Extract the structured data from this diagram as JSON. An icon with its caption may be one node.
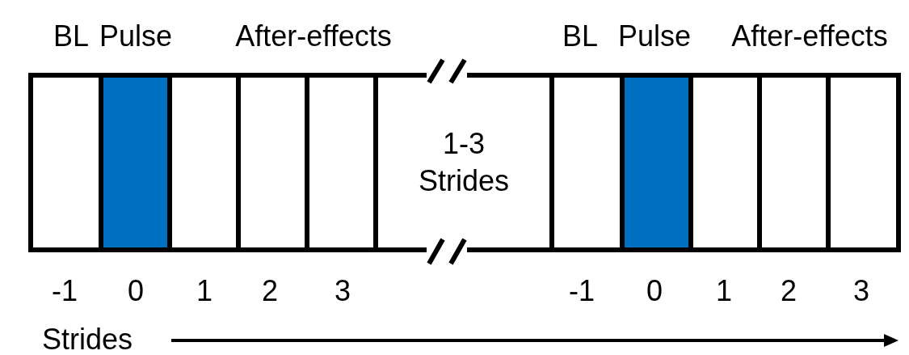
{
  "diagram": {
    "nodes": [
      {
        "text": [],
        "shape": "box"
      },
      {
        "text": [],
        "shape": "box"
      },
      {
        "text": [],
        "shape": "box"
      },
      {
        "text": [],
        "shape": "box"
      },
      {
        "text": [],
        "shape": "box"
      },
      {
        "text": [
          "1-3 Strides"
        ]
      },
      {
        "text": [],
        "shape": "box"
      },
      {
        "text": [],
        "shape": "box"
      },
      {
        "text": [],
        "shape": "box"
      },
      {
        "text": [],
        "shape": "box"
      },
      {
        "text": [],
        "shape": "box"
      }
    ],
    "edges": [],
    "labels": [
      "BL",
      "Pulse",
      "After-effects",
      "BL",
      "Pulse",
      "After-effects",
      "-1",
      "0",
      "1",
      "2",
      "3",
      "-1",
      "0",
      "1",
      "2",
      "3",
      "Strides"
    ]
  }
}
